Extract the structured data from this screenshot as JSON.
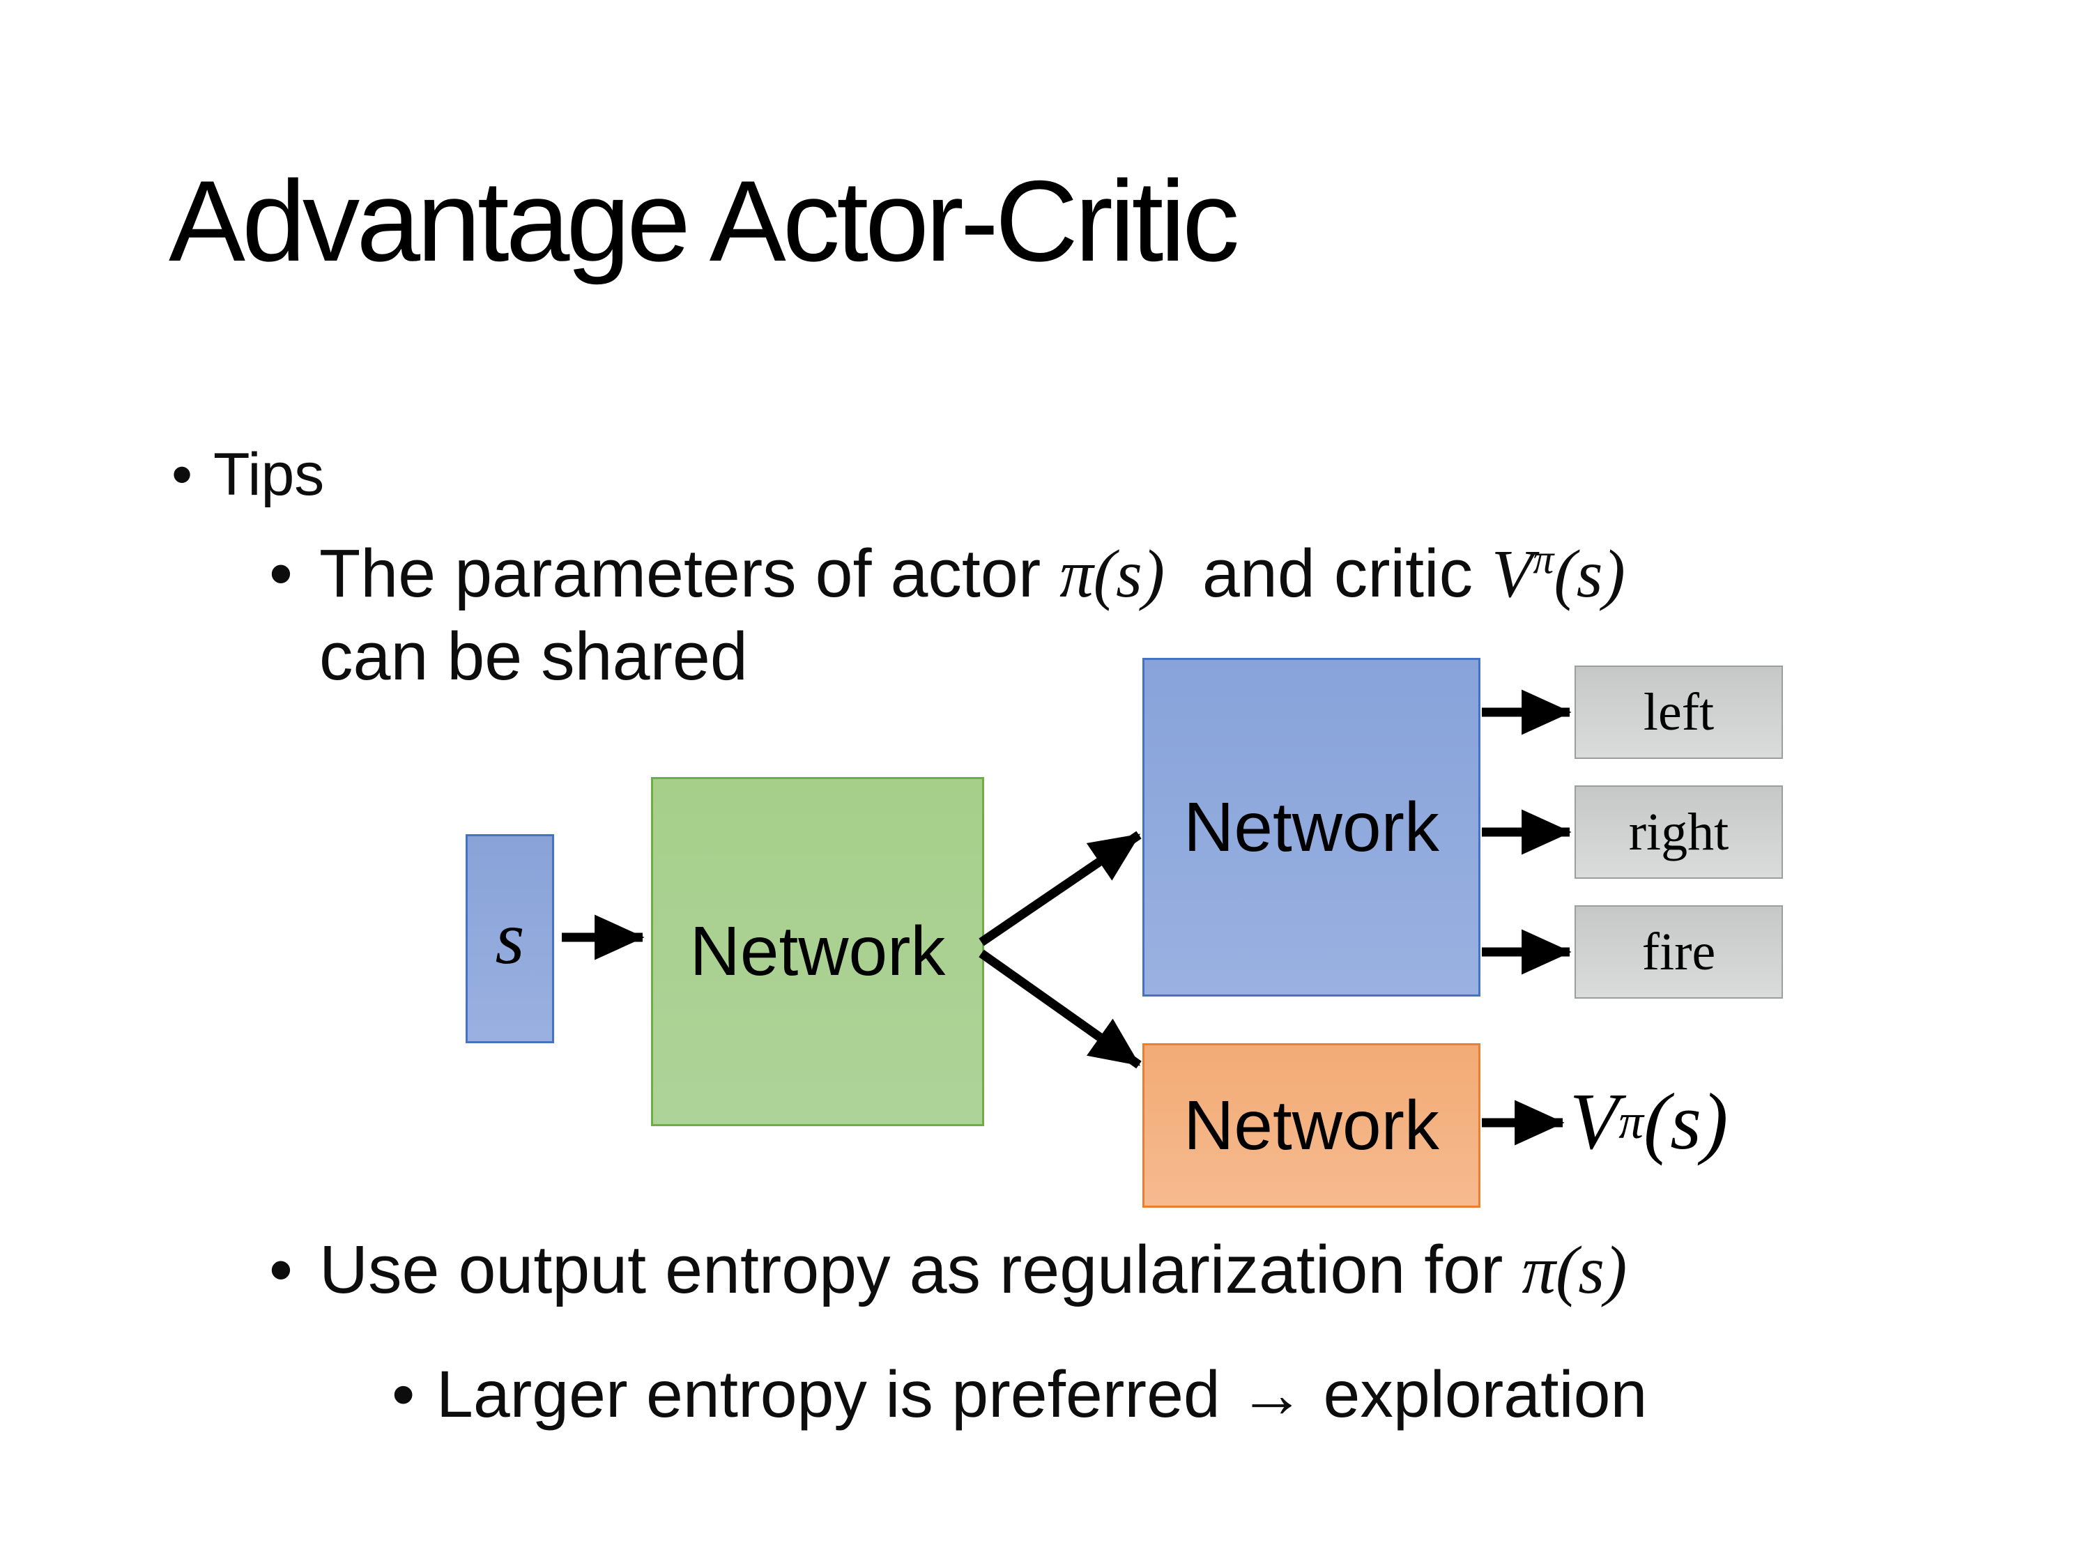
{
  "title": "Advantage Actor-Critic",
  "bullet_char": "•",
  "tips_label": "Tips",
  "tip_shared": {
    "prefix": "The parameters of actor ",
    "actor_math": "π(s)",
    "mid": "  and critic ",
    "critic_base": "V",
    "critic_sup": "π",
    "critic_args": "(s)",
    "line2": "can be shared"
  },
  "tip_entropy": {
    "prefix": "Use output entropy as regularization for ",
    "math": "π(s)"
  },
  "tip_entropy_sub": "Larger entropy is preferred → exploration",
  "diagram": {
    "input_label": "s",
    "shared_network_label": "Network",
    "actor_network_label": "Network",
    "critic_network_label": "Network",
    "actions": [
      "left",
      "right",
      "fire"
    ],
    "critic_output": {
      "base": "V",
      "sup": "π",
      "args": "(s)"
    },
    "colors": {
      "input_fill": "#8faadc",
      "input_border": "#4472c4",
      "shared_fill": "#a9d18e",
      "shared_border": "#70ad47",
      "actor_fill": "#8faadc",
      "actor_border": "#4472c4",
      "critic_fill": "#f4b183",
      "critic_border": "#ed7d31",
      "action_fill": "#d0d2d1",
      "action_border": "#9c9e9d",
      "arrow": "#000000",
      "text": "#000000"
    }
  }
}
